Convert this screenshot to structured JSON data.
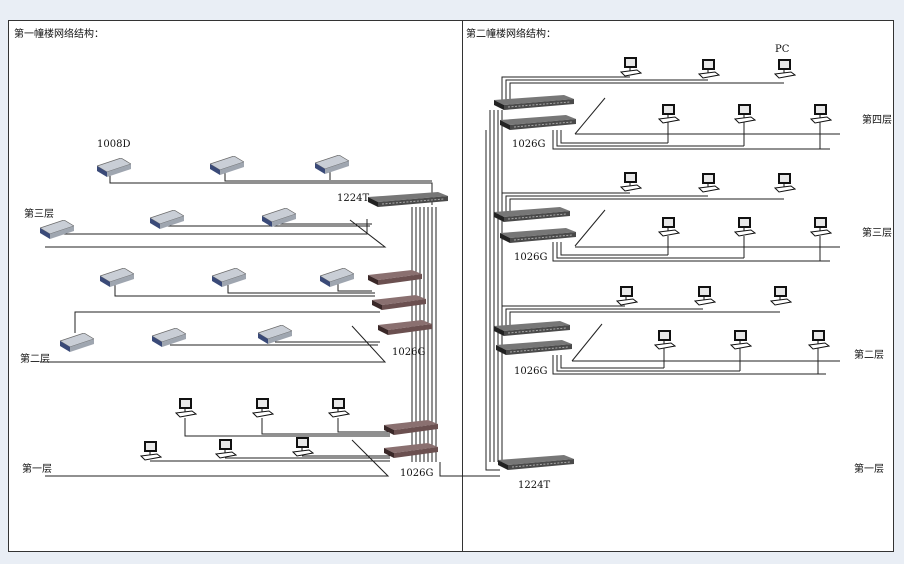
{
  "left": {
    "title": "第一幢楼网络结构：",
    "labels": {
      "l1008": "1008D",
      "l1224": "1224T",
      "f3": "第三层",
      "f2": "第二层",
      "g1": "1026G",
      "f1": "第一层",
      "g2": "1026G"
    }
  },
  "right": {
    "title": "第二幢楼网络结构：",
    "labels": {
      "pc": "PC",
      "f4": "第四层",
      "g4": "1026G",
      "f3": "第三层",
      "g3": "1026G",
      "f2": "第二层",
      "g2": "1026G",
      "f1": "第一层",
      "t1": "1224T"
    }
  },
  "icons": {
    "hub": "hub-icon",
    "switch": "switch-icon",
    "pc": "computer-icon"
  },
  "colors": {
    "hub_body": "#9fa6b0",
    "hub_face": "#3a4a78",
    "switch_body": "#4a4a4a",
    "switch_brown": "#6b5050",
    "line": "#222222",
    "panel_border": "#333333",
    "background": "#e9eef5"
  }
}
